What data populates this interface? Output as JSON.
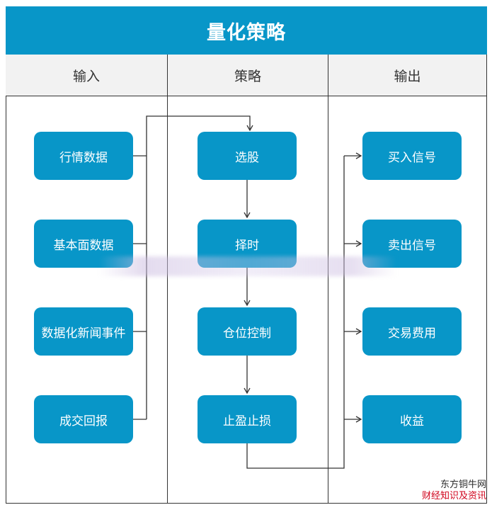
{
  "title": "量化策略",
  "columns": [
    "输入",
    "策略",
    "输出"
  ],
  "input_nodes": [
    "行情数据",
    "基本面数据",
    "数据化新闻事件",
    "成交回报"
  ],
  "strategy_nodes": [
    "选股",
    "择时",
    "仓位控制",
    "止盈止损"
  ],
  "output_nodes": [
    "买入信号",
    "卖出信号",
    "交易费用",
    "收益"
  ],
  "watermark": {
    "line1": "东方铜牛网",
    "line2": "财经知识及资讯"
  },
  "colors": {
    "header": "#0896c8",
    "node": "#0896c8",
    "column_header_bg": "#f2f2f2",
    "watermark_red": "#d0021b"
  }
}
